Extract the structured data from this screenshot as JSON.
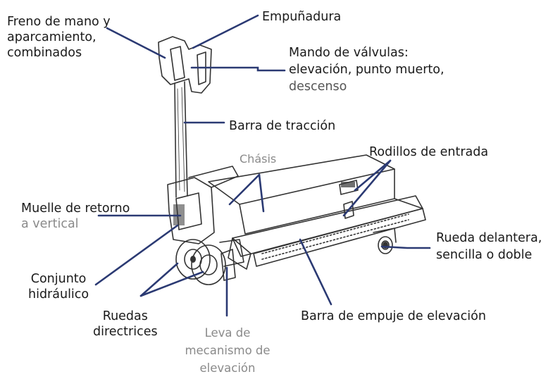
{
  "labels": {
    "freno": [
      "Freno de mano y",
      "aparcamiento,",
      "combinados"
    ],
    "empunadura": [
      "Empuñadura"
    ],
    "mando": [
      "Mando de válvulas:",
      "elevación, punto muerto,",
      "descenso"
    ],
    "barra_traccion": [
      "Barra de tracción"
    ],
    "chasis": [
      "Chásis"
    ],
    "rodillos": [
      "Rodillos de entrada"
    ],
    "muelle": [
      "Muelle de retorno",
      "a vertical"
    ],
    "rueda_delantera": [
      "Rueda delantera,",
      "sencilla o doble"
    ],
    "conjunto": [
      "Conjunto",
      "hidráulico"
    ],
    "ruedas_directrices": [
      "Ruedas",
      "directrices"
    ],
    "barra_empuje": [
      "Barra de empuje de elevación"
    ],
    "leva": [
      "Leva de",
      "mecanismo de",
      "elevación"
    ]
  },
  "colors": {
    "leader": "#2b3a73",
    "outline": "#333333",
    "text": "#1a1a1a",
    "muted_text": "#8a8a8a"
  }
}
